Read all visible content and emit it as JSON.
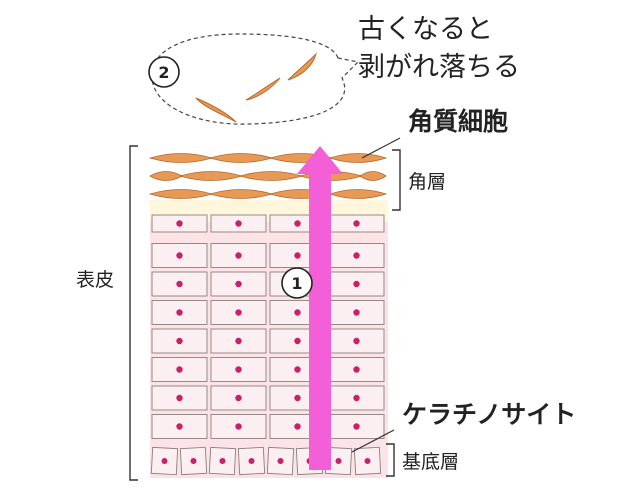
{
  "labels": {
    "peel_caption_line1": "古くなると",
    "peel_caption_line2": "剥がれ落ちる",
    "step2": "2",
    "step1": "1",
    "corneocyte": "角質細胞",
    "stratum_corneum": "角層",
    "epidermis": "表皮",
    "keratinocyte": "ケラチノサイト",
    "basal_layer": "基底層"
  },
  "colors": {
    "arrow": "#f25fd6",
    "cell_fill": "#fbeff1",
    "cell_stroke": "#8a7f80",
    "nucleus": "#cc1f66",
    "flake": "#e69a55",
    "flake_dark": "#b8692a",
    "background_tint": "#fad6da"
  }
}
